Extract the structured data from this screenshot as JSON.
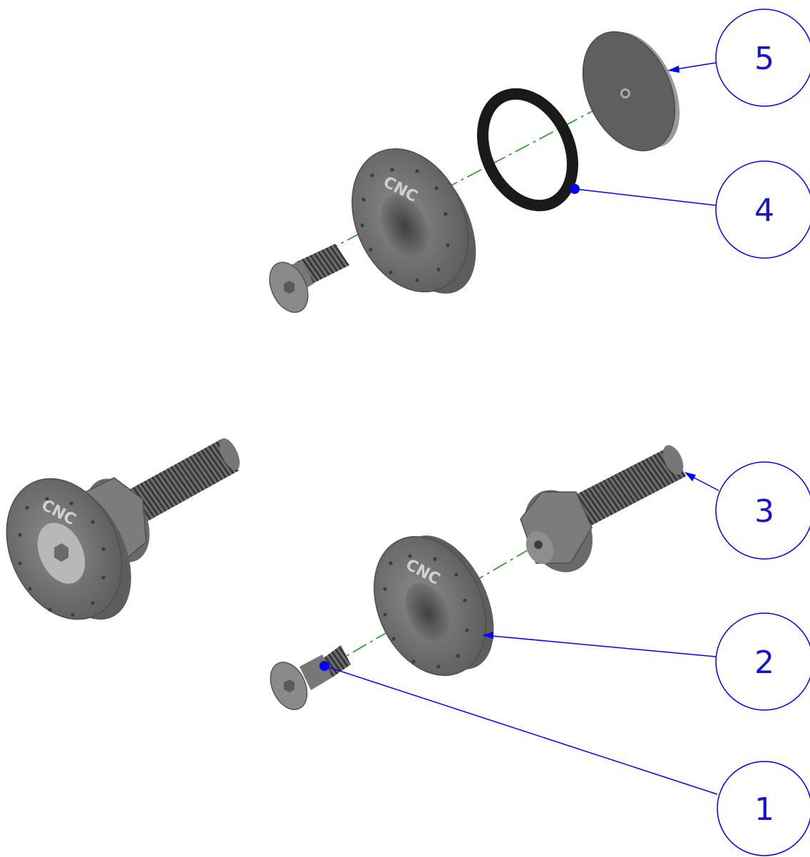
{
  "colors": {
    "leader": "#0000ff",
    "balloon_text": "#1515d0",
    "centerline": "#1a9a1a",
    "metal_dark": "#4e4e4e",
    "metal_mid": "#6f6f6f",
    "metal_light": "#9a9a9a",
    "oring": "#1a1a1a"
  },
  "logo_text": "CNC",
  "balloons": [
    {
      "number": "1",
      "leader_end": "dot",
      "part": "countersunk screw"
    },
    {
      "number": "2",
      "leader_end": "arrow",
      "part": "flanged cap"
    },
    {
      "number": "3",
      "leader_end": "arrow",
      "part": "flange bolt"
    },
    {
      "number": "4",
      "leader_end": "dot",
      "part": "o-ring"
    },
    {
      "number": "5",
      "leader_end": "arrow",
      "part": "end cap"
    }
  ]
}
